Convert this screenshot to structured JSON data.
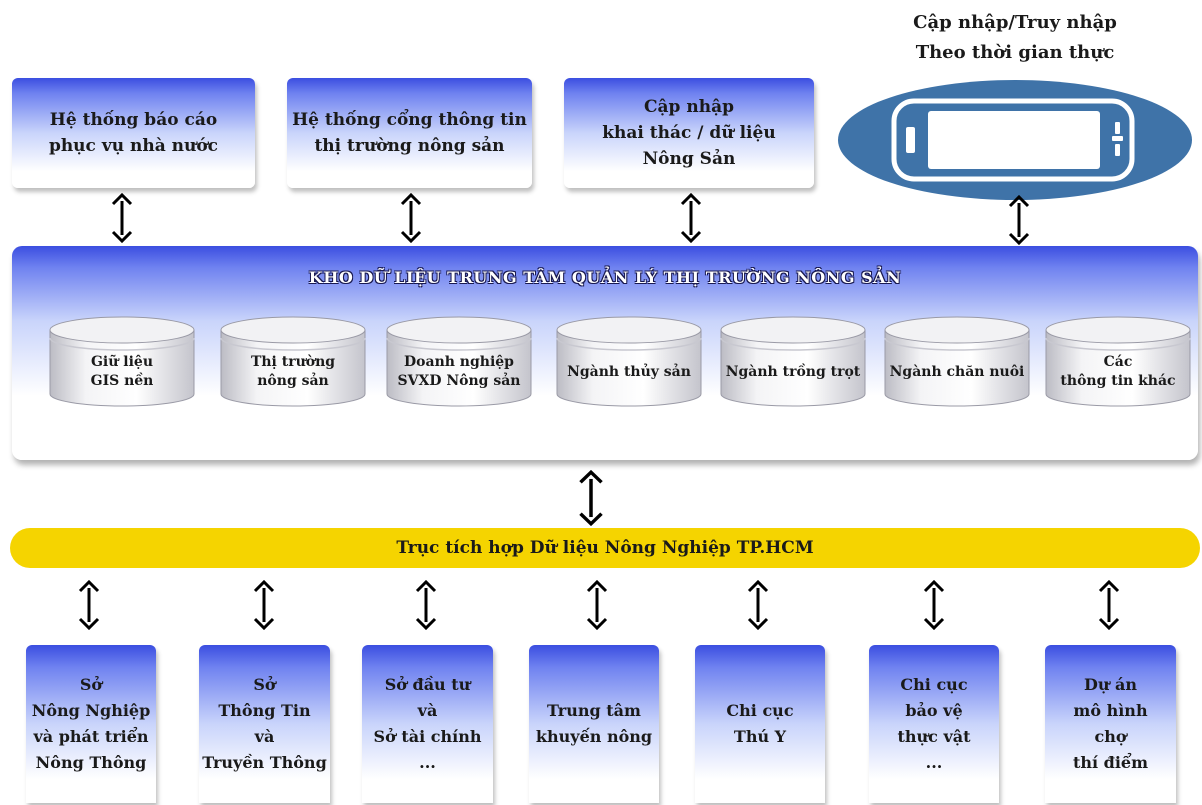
{
  "top_systems": [
    {
      "id": "report",
      "lines": [
        "Hệ thống báo cáo",
        "phục vụ nhà nước"
      ]
    },
    {
      "id": "portal",
      "lines": [
        "Hệ thống cổng thông tin",
        "thị trường nông sản"
      ]
    },
    {
      "id": "update",
      "lines": [
        "Cập nhập",
        "khai thác / dữ liệu",
        "Nông Sản"
      ]
    }
  ],
  "realtime": {
    "lines": [
      "Cập nhập/Truy nhập",
      "Theo thời gian thực"
    ],
    "device_icon": "mobile-phone-icon"
  },
  "warehouse": {
    "title": "KHO DỮ LIỆU TRUNG TÂM QUẢN LÝ THỊ TRƯỜNG NÔNG SẢN",
    "databases": [
      {
        "lines": [
          "Giữ liệu",
          "GIS nền"
        ]
      },
      {
        "lines": [
          "Thị trường",
          "nông sản"
        ]
      },
      {
        "lines": [
          "Doanh nghiệp",
          "SVXD Nông sản"
        ]
      },
      {
        "lines": [
          "Ngành thủy sản"
        ]
      },
      {
        "lines": [
          "Ngành trồng trọt"
        ]
      },
      {
        "lines": [
          "Ngành chăn nuôi"
        ]
      },
      {
        "lines": [
          "Các",
          "thông tin khác"
        ]
      }
    ]
  },
  "integration_axis": "Trục tích hợp Dữ liệu Nông Nghiệp TP.HCM",
  "sources": [
    {
      "lines": [
        "Sở",
        "Nông Nghiệp",
        "và phát triển",
        "Nông Thông"
      ]
    },
    {
      "lines": [
        "Sở",
        "Thông Tin",
        "và",
        "Truyền Thông"
      ]
    },
    {
      "lines": [
        "Sở đầu tư",
        "và",
        "Sở tài chính",
        "..."
      ]
    },
    {
      "lines": [
        "Trung tâm",
        "khuyến nông"
      ]
    },
    {
      "lines": [
        "Chi cục",
        "Thú Y"
      ]
    },
    {
      "lines": [
        "Chi cục",
        "bảo vệ",
        "thực vật",
        "..."
      ]
    },
    {
      "lines": [
        "Dự án",
        "mô hình",
        "chợ",
        "thí điểm"
      ]
    }
  ],
  "colors": {
    "box_top": "#3b4ee0",
    "axis": "#f5d400",
    "ellipse": "#3f73a8",
    "arrow": "#000000"
  }
}
